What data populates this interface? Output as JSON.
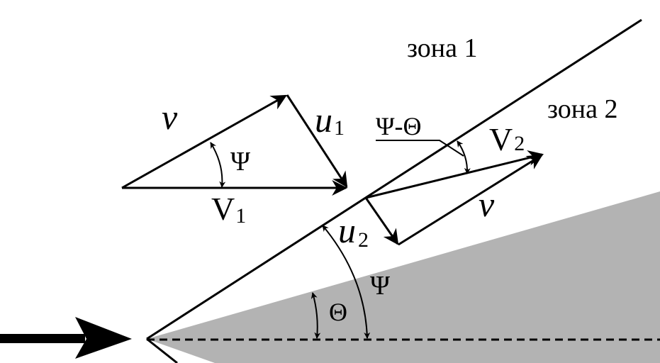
{
  "labels": {
    "zone1": "зона 1",
    "zone2": "зона 2",
    "v_top": "v",
    "u1": "u",
    "u1_sub": "1",
    "psi_small": "Ψ",
    "V1": "V",
    "V1_sub": "1",
    "psi_minus_theta": "Ψ-Θ",
    "V2": "V",
    "V2_sub": "2",
    "v_right": "v",
    "u2": "u",
    "u2_sub": "2",
    "psi_big": "Ψ",
    "theta": "Θ"
  },
  "colors": {
    "wedge": "#b3b3b3",
    "ink": "#000000"
  }
}
